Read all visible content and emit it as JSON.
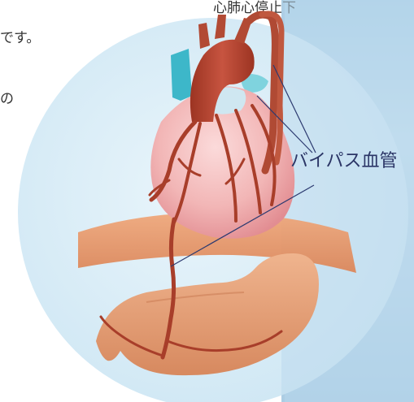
{
  "body_text": {
    "line1": "心肺心停止下",
    "line2": "です。",
    "line3": "の"
  },
  "callout": {
    "label": "バイパス血管"
  },
  "colors": {
    "circle_bg": "#d7ecf7",
    "panel_bg": "#b7d6ea",
    "heart_pink": "#f2b8b6",
    "artery_red": "#a83e2a",
    "aorta_red": "#b5442f",
    "blue_vessel": "#3db7c9",
    "stomach_tan": "#e3a07a",
    "diaphragm": "#e89b6f",
    "callout_line": "#2c3a70",
    "label_color": "#2b3566"
  }
}
